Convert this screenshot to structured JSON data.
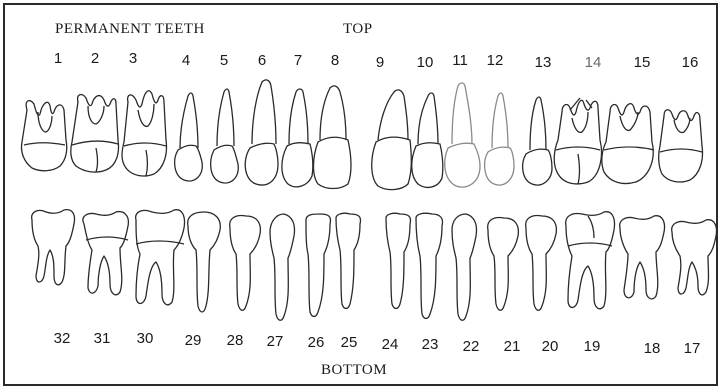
{
  "diagram": {
    "title": "PERMANENT TEETH",
    "top_label": "TOP",
    "bottom_label": "BOTTOM",
    "upper_numbers": [
      "1",
      "2",
      "3",
      "4",
      "5",
      "6",
      "7",
      "8",
      "9",
      "10",
      "11",
      "12",
      "13",
      "14",
      "15",
      "16"
    ],
    "lower_numbers": [
      "32",
      "31",
      "30",
      "29",
      "28",
      "27",
      "26",
      "25",
      "24",
      "23",
      "22",
      "21",
      "20",
      "19",
      "18",
      "17"
    ]
  }
}
